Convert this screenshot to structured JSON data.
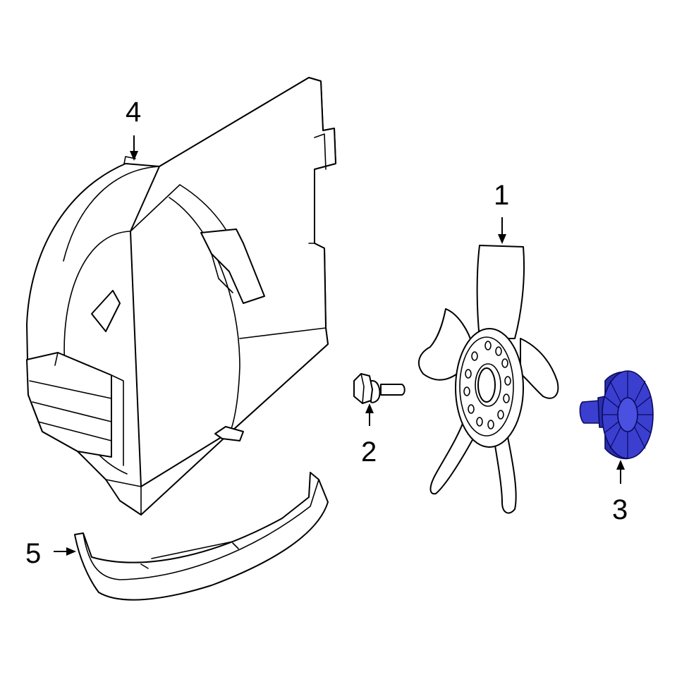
{
  "callouts": {
    "part1": "1",
    "part2": "2",
    "part3": "3",
    "part4": "4",
    "part5": "5"
  },
  "colors": {
    "line": "#000000",
    "background": "#ffffff",
    "highlight": "#3a3fd0",
    "highlight_dark": "#2a2fb0"
  },
  "highlighted_part": "3"
}
